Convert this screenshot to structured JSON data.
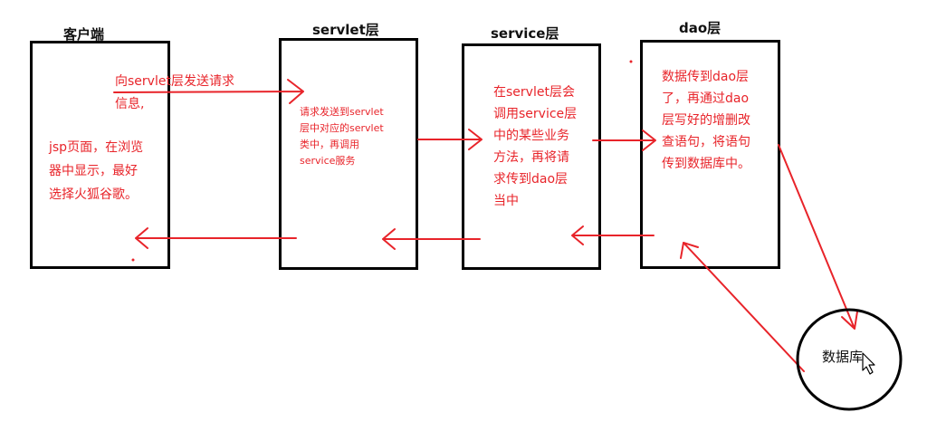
{
  "colors": {
    "accent": "#e8242a",
    "outline": "#000000"
  },
  "boxes": {
    "client": {
      "title": "客户端",
      "request_note": "向servlet层发送请求\n信息,",
      "display_note": "jsp页面，在浏览\n器中显示，最好\n选择火狐谷歌。"
    },
    "servlet": {
      "title": "servlet层",
      "note": "请求发送到servlet\n层中对应的servlet\n类中，再调用\nservice服务"
    },
    "service": {
      "title": "service层",
      "note": "在servlet层会\n调用service层\n中的某些业务\n方法，再将请\n求传到dao层\n当中"
    },
    "dao": {
      "title": "dao层",
      "note": "数据传到dao层\n了，再通过dao\n层写好的增删改\n查语句，将语句\n传到数据库中。"
    }
  },
  "database": {
    "label": "数据库"
  },
  "icons": [
    "mouse-cursor-icon"
  ]
}
